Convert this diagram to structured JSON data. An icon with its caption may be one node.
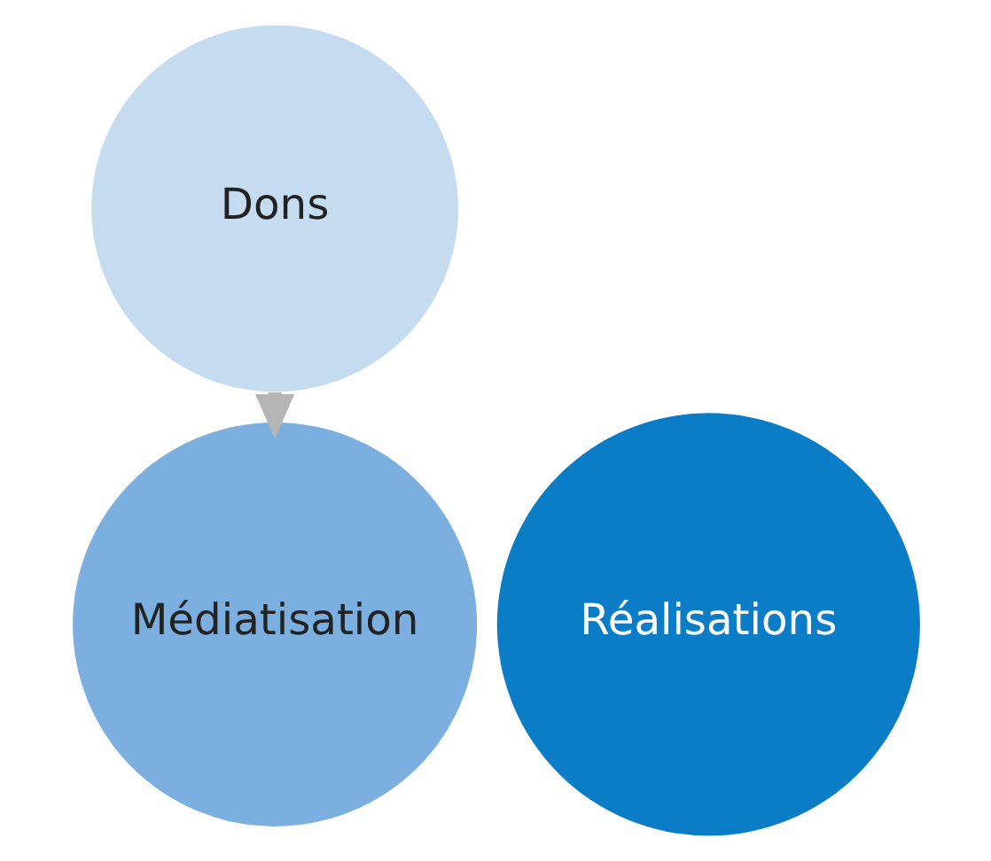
{
  "diagram": {
    "nodes": [
      {
        "text": [
          "Dons"
        ]
      },
      {
        "text": [
          "Médiatisation"
        ]
      },
      {
        "text": [
          "Réalisations"
        ]
      }
    ],
    "edges": [
      {
        "from": 0,
        "to": 1,
        "arrow": "to"
      }
    ]
  }
}
